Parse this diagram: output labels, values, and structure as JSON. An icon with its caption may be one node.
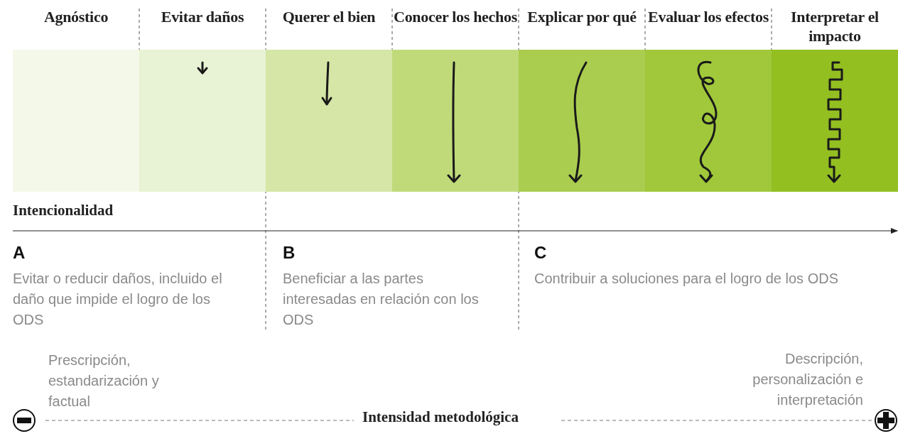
{
  "diagram": {
    "nodes": [
      {
        "text": [
          "Agnóstico"
        ]
      },
      {
        "text": [
          "Evitar daños"
        ]
      },
      {
        "text": [
          "Querer el bien"
        ]
      },
      {
        "text": [
          "Conocer los hechos"
        ]
      },
      {
        "text": [
          "Explicar por qué"
        ]
      },
      {
        "text": [
          "Evaluar los efectos"
        ]
      },
      {
        "text": [
          "Interpretar el impacto"
        ]
      }
    ],
    "labels": [
      "Intencionalidad",
      "A",
      "Evitar o reducir daños, incluido el daño que impide el logro de los ODS",
      "B",
      "Beneficiar a las partes interesadas en relación con los ODS",
      "C",
      "Contribuir a soluciones para el logro de los ODS",
      "Prescripción, estandarización y factual",
      "Descripción, personalización e interpretación",
      "Intensidad metodológica"
    ]
  }
}
